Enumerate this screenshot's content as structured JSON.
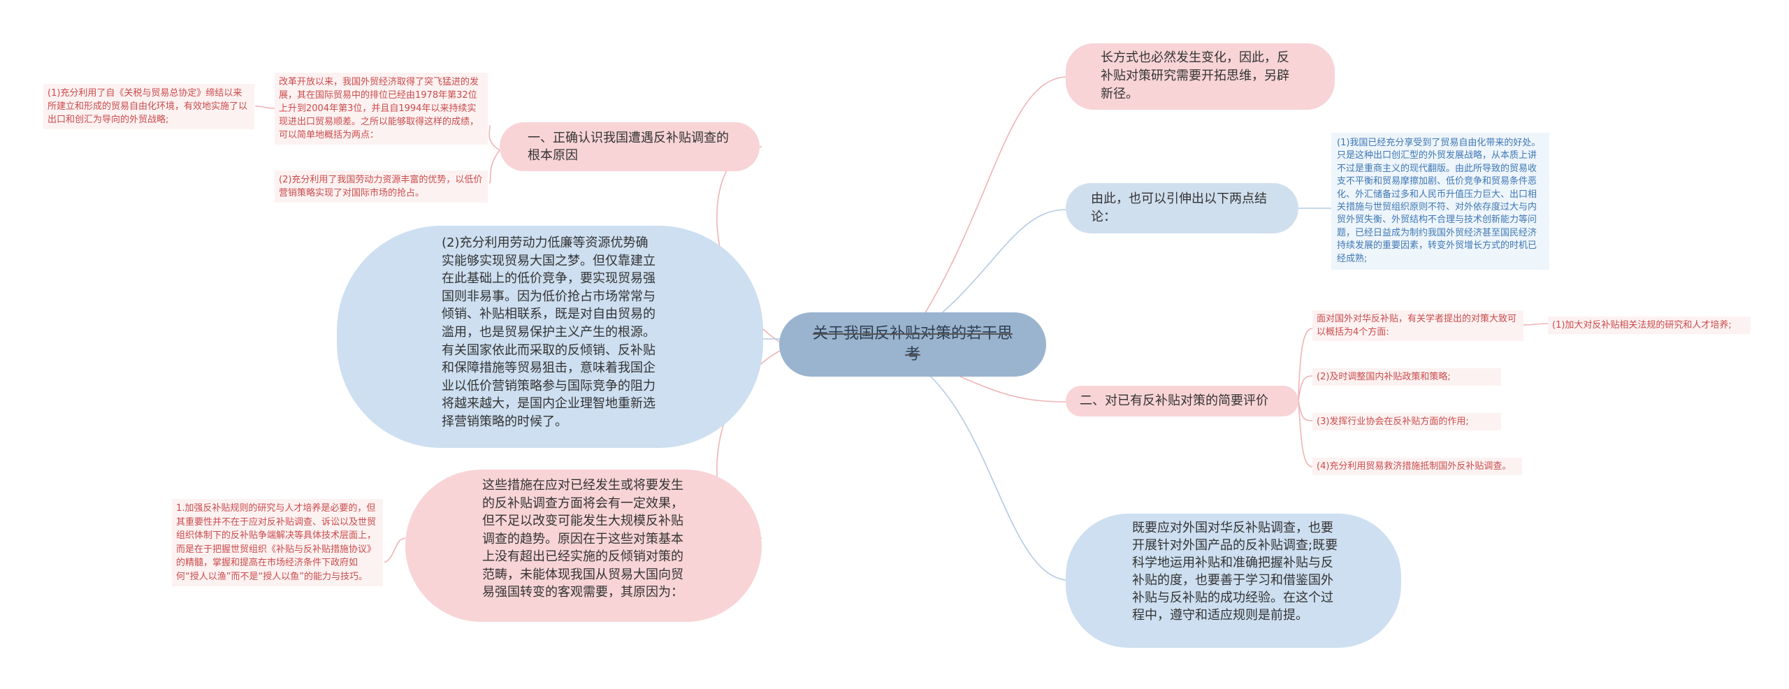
{
  "center": {
    "title": "关于我国反补贴对策的若干思考"
  },
  "left": {
    "branch1": {
      "label": "一、正确认识我国遭遇反补贴调查的根本原因",
      "intro": "改革开放以来，我国外贸经济取得了突飞猛进的发展，其在国际贸易中的排位已经由1978年第32位上升到2004年第3位，并且自1994年以来持续实现进出口贸易顺差。之所以能够取得这样的成绩，可以简单地概括为两点：",
      "point1": "(1)充分利用了自《关税与贸易总协定》缔结以来所建立和形成的贸易自由化环境，有效地实施了以出口和创汇为导向的外贸战略;",
      "point2": "(2)充分利用了我国劳动力资源丰富的优势，以低价营销策略实现了对国际市场的抢占。"
    },
    "bigBlue": "(2)充分利用劳动力低廉等资源优势确实能够实现贸易大国之梦。但仅靠建立在此基础上的低价竞争，要实现贸易强国则非易事。因为低价抢占市场常常与倾销、补贴相联系，既是对自由贸易的滥用，也是贸易保护主义产生的根源。有关国家依此而采取的反倾销、反补贴和保障措施等贸易狙击，意味着我国企业以低价营销策略参与国际竞争的阻力将越来越大，是国内企业理智地重新选择营销策略的时候了。",
    "bigPink": "这些措施在应对已经发生或将要发生的反补贴调查方面将会有一定效果，但不足以改变可能发生大规模反补贴调查的趋势。原因在于这些对策基本上没有超出已经实施的反倾销对策的范畴，未能体现我国从贸易大国向贸易强国转变的客观需要，其原因为：",
    "leftNote": "1.加强反补贴规则的研究与人才培养是必要的，但其重要性并不在于应对反补贴调查、诉讼以及世贸组织体制下的反补贴争端解决等具体技术层面上，而是在于把握世贸组织《补贴与反补贴措施协议》的精髓，掌握和提高在市场经济条件下政府如何“授人以渔”而不是“授人以鱼”的能力与技巧。"
  },
  "right": {
    "topPink": "长方式也必然发生变化，因此，反补贴对策研究需要开拓思维，另辟新径。",
    "conclusion": {
      "label": "由此，也可以引伸出以下两点结论：",
      "note": "(1)我国已经充分享受到了贸易自由化带来的好处。只是这种出口创汇型的外贸发展战略，从本质上讲不过是重商主义的现代翻版。由此所导致的贸易收支不平衡和贸易摩擦加剧、低价竞争和贸易条件恶化、外汇储备过多和人民币升值压力巨大、出口相关措施与世贸组织原则不符、对外依存度过大与内贸外贸失衡、外贸结构不合理与技术创新能力等问题，已经日益成为制约我国外贸经济甚至国民经济持续发展的重要因素，转变外贸增长方式的时机已经成熟;"
    },
    "branch2": {
      "label": "二、对已有反补贴对策的简要评价",
      "lead": "面对国外对华反补贴，有关学者提出的对策大致可以概括为4个方面:",
      "item1": "(1)加大对反补贴相关法规的研究和人才培养;",
      "item2": "(2)及时调整国内补贴政策和策略;",
      "item3": "(3)发挥行业协会在反补贴方面的作用;",
      "item4": "(4)充分利用贸易救济措施抵制国外反补贴调查。"
    },
    "bigBlue": "既要应对外国对华反补贴调查，也要开展针对外国产品的反补贴调查;既要科学地运用补贴和准确把握补贴与反补贴的度，也要善于学习和借鉴国外补贴与反补贴的成功经验。在这个过程中，遵守和适应规则是前提。"
  },
  "colors": {
    "pinkLine": "#f0b3b6",
    "blueLine": "#b3cbe3",
    "center": "#9ab4cf"
  }
}
